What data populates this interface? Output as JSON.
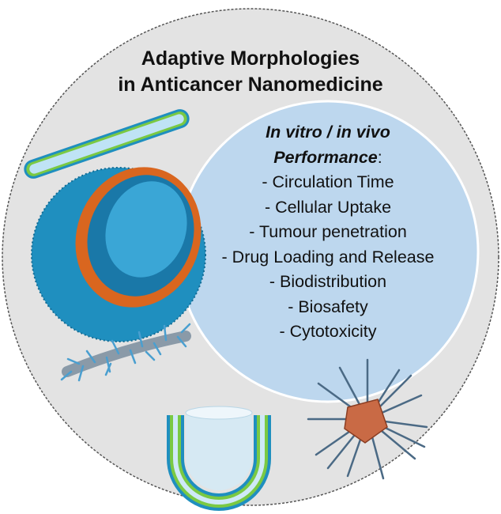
{
  "title": {
    "line1": "Adaptive Morphologies",
    "line2": "in Anticancer Nanomedicine"
  },
  "performance": {
    "heading_line1": "In vitro / in vivo",
    "heading_line2": "Performance",
    "colon": ":",
    "items": [
      "- Circulation Time",
      "- Cellular Uptake",
      "- Tumour penetration",
      "- Drug Loading and Release",
      "- Biodistribution",
      "- Biosafety",
      "- Cytotoxicity"
    ]
  },
  "colors": {
    "outer": "#e3e3e3",
    "inner": "#bdd7ee",
    "blue": "#1f8fbf",
    "orange": "#d9661f",
    "green": "#7ac943"
  }
}
